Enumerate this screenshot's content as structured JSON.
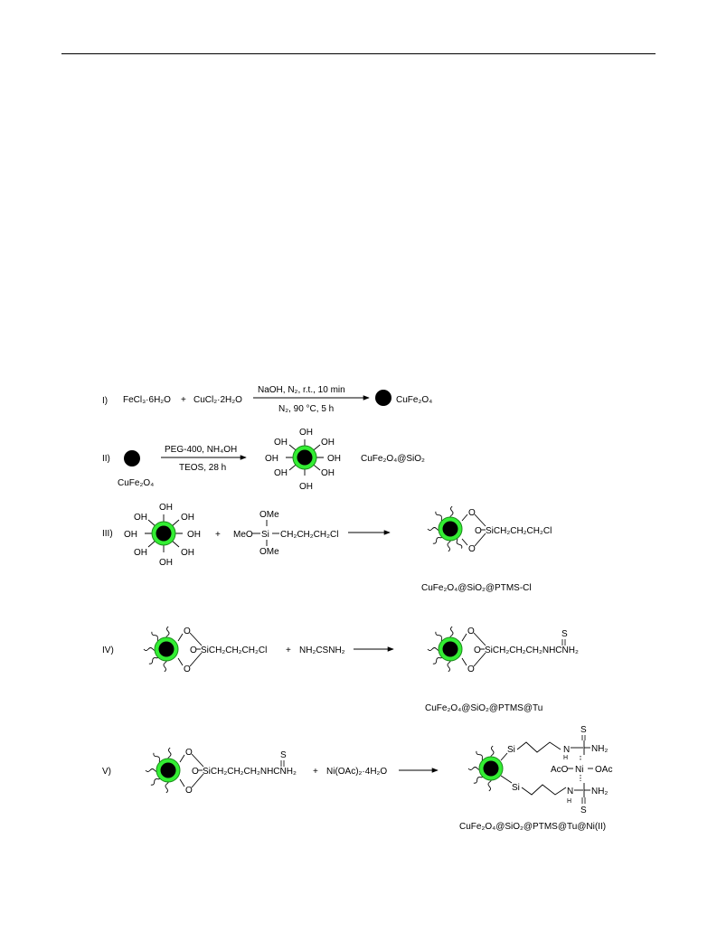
{
  "colors": {
    "core": "#000000",
    "shell": "#33ee33",
    "shell_stroke": "#1a8a1a",
    "line": "#000000"
  },
  "steps": [
    {
      "label": "I)",
      "reactant1": "FeCl₃·6H₂O",
      "plus": "+",
      "reactant2": "CuCl₂·2H₂O",
      "conditions_top": "NaOH, N₂, r.t., 10 min",
      "conditions_bottom": "N₂, 90 °C, 5 h",
      "product": "CuFe₂O₄"
    },
    {
      "label": "II)",
      "reactant_name": "CuFe₂O₄",
      "conditions_top": "PEG-400, NH₄OH",
      "conditions_bottom": "TEOS, 28 h",
      "hydroxyl": "OH",
      "product": "CuFe₂O₄@SiO₂"
    },
    {
      "label": "III)",
      "hydroxyl": "OH",
      "plus": "+",
      "silane_top": "OMe",
      "silane_left": "MeO",
      "silane_si": "Si",
      "silane_chain": "CH₂CH₂CH₂Cl",
      "silane_bottom": "OMe",
      "product_chain": "SiCH₂CH₂CH₂Cl",
      "oxygen": "O",
      "product": "CuFe₂O₄@SiO₂@PTMS-Cl"
    },
    {
      "label": "IV)",
      "reactant_chain": "SiCH₂CH₂CH₂Cl",
      "oxygen": "O",
      "plus": "+",
      "reagent": "NH₂CSNH₂",
      "product_chain": "SiCH₂CH₂CH₂NHCNH₂",
      "thione": "S",
      "product": "CuFe₂O₄@SiO₂@PTMS@Tu"
    },
    {
      "label": "V)",
      "reactant_chain": "SiCH₂CH₂CH₂NHCNH₂",
      "oxygen": "O",
      "thione": "S",
      "plus": "+",
      "reagent": "Ni(OAc)₂·4H₂O",
      "complex": {
        "si": "Si",
        "nh": "N",
        "h": "H",
        "s": "S",
        "nh2": "NH₂",
        "aco": "AcO",
        "ni": "Ni",
        "oac": "OAc"
      },
      "product": "CuFe₂O₄@SiO₂@PTMS@Tu@Ni(II)"
    }
  ]
}
